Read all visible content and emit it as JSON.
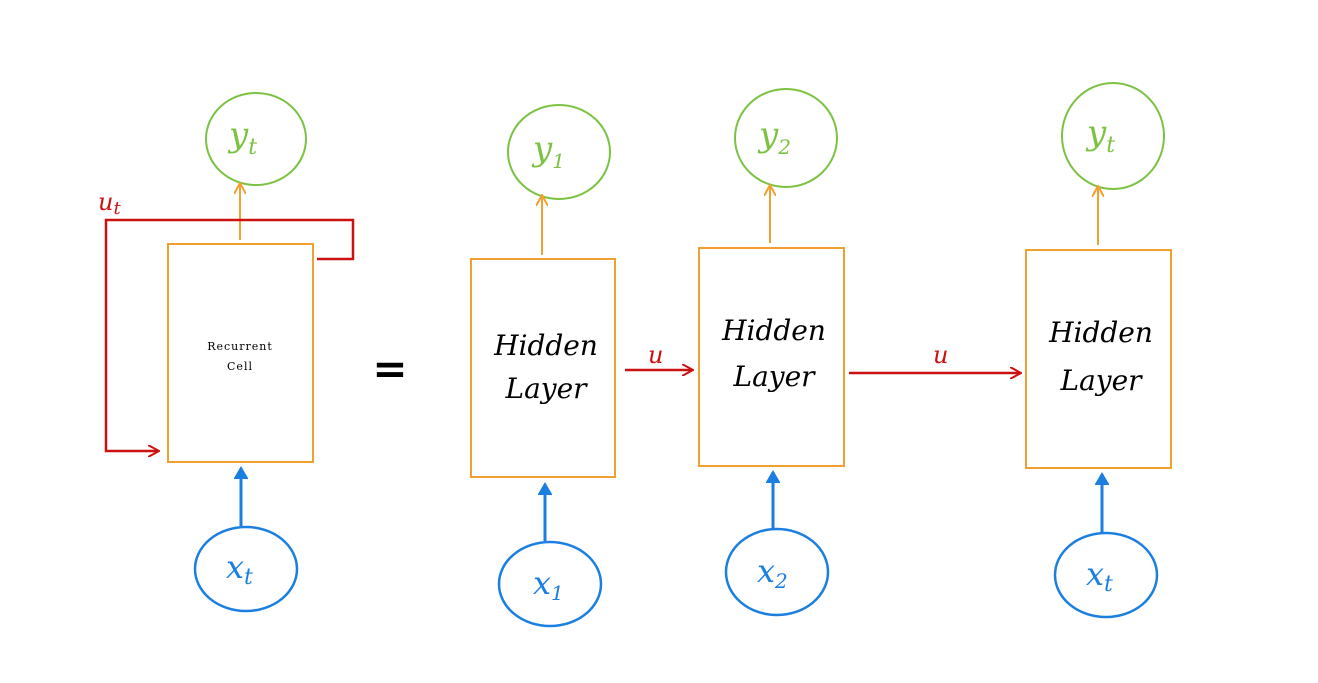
{
  "colors": {
    "output": "#7cc242",
    "input": "#1a7fe0",
    "box": "#f0a030",
    "recurrent": "#cc1111",
    "text": "#000000"
  },
  "recurrent_cell": {
    "line1": "Recurrent",
    "line2": "Cell",
    "input": "x",
    "input_sub": "t",
    "output": "y",
    "output_sub": "t",
    "loop_label": "u",
    "loop_label_sub": "t"
  },
  "equals": "=",
  "unrolled": [
    {
      "line1": "Hidden",
      "line2": "Layer",
      "input": "x",
      "input_sub": "1",
      "output": "y",
      "output_sub": "1"
    },
    {
      "line1": "Hidden",
      "line2": "Layer",
      "input": "x",
      "input_sub": "2",
      "output": "y",
      "output_sub": "2"
    },
    {
      "line1": "Hidden",
      "line2": "Layer",
      "input": "x",
      "input_sub": "t",
      "output": "y",
      "output_sub": "t"
    }
  ],
  "edges": [
    {
      "label": "u"
    },
    {
      "label": "u"
    }
  ]
}
